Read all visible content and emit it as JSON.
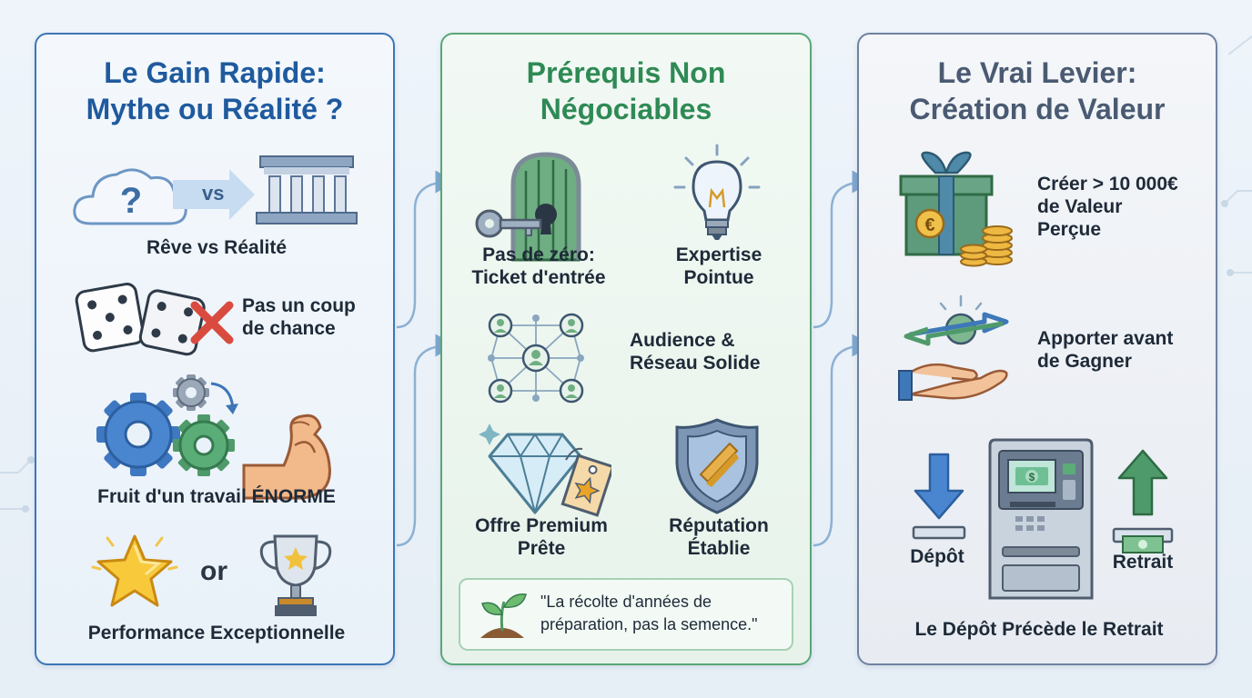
{
  "panels": {
    "gain": {
      "title_line1": "Le Gain Rapide:",
      "title_line2": "Mythe ou Réalité ?",
      "vs": "vs",
      "or": "or",
      "cloud_glyph": "?",
      "items": {
        "dream": "Rêve vs Réalité",
        "luck_line1": "Pas un coup",
        "luck_line2": "de chance",
        "work": "Fruit d'un travail ÉNORME",
        "performance": "Performance Exceptionnelle"
      },
      "colors": {
        "border": "#3d75b8",
        "title": "#1f5a9e"
      }
    },
    "prereq": {
      "title_line1": "Prérequis Non",
      "title_line2": "Négociables",
      "items": {
        "ticket_line1": "Pas de zéro:",
        "ticket_line2": "Ticket d'entrée",
        "expertise_line1": "Expertise",
        "expertise_line2": "Pointue",
        "audience_line1": "Audience &",
        "audience_line2": "Réseau Solide",
        "offer_line1": "Offre Premium",
        "offer_line2": "Prête",
        "reputation_line1": "Réputation",
        "reputation_line2": "Établie"
      },
      "quote_line1": "\"La récolte d'années de",
      "quote_line2": "préparation, pas la semence.\"",
      "colors": {
        "border": "#59a778",
        "title": "#2f8a55"
      }
    },
    "lever": {
      "title_line1": "Le Vrai Levier:",
      "title_line2": "Création de Valeur",
      "items": {
        "value_line1": "Créer > 10 000€",
        "value_line2": "de Valeur",
        "value_line3": "Perçue",
        "give_line1": "Apporter avant",
        "give_line2": "de Gagner",
        "deposit": "Dépôt",
        "withdraw": "Retrait",
        "summary": "Le Dépôt Précède le Retrait"
      },
      "euro_glyph": "€",
      "dollar_glyph": "$",
      "colors": {
        "border": "#6f82a0",
        "title": "#4a5a72"
      }
    }
  },
  "icons": {
    "p1": [
      "cloud-question-icon",
      "arrow-right-icon",
      "bank-building-icon",
      "dice-icon",
      "red-cross-icon",
      "gears-icon",
      "flexed-arm-icon",
      "star-icon",
      "trophy-icon"
    ],
    "p2": [
      "key-gate-icon",
      "lightbulb-icon",
      "network-icon",
      "diamond-tag-icon",
      "shield-icon",
      "sprout-icon"
    ],
    "p3": [
      "gift-coins-icon",
      "hand-arrows-icon",
      "down-arrow-icon",
      "atm-icon",
      "up-arrow-icon"
    ]
  }
}
